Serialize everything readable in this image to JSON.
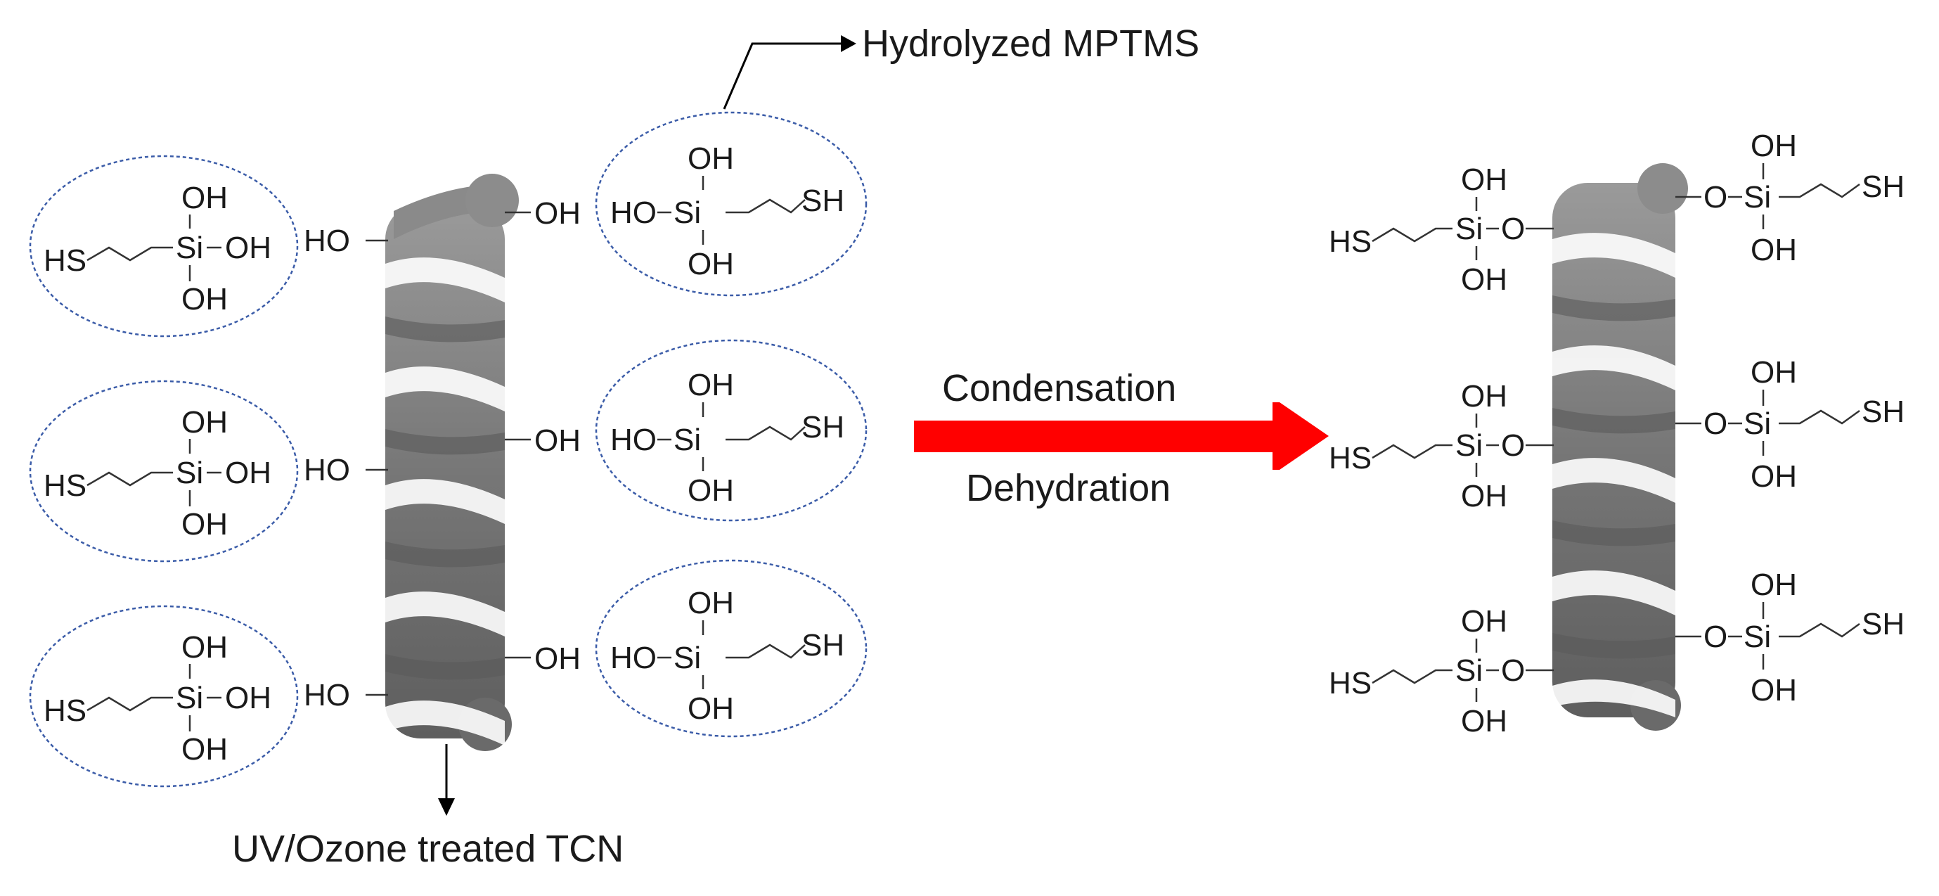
{
  "labels": {
    "hydrolyzed": "Hydrolyzed MPTMS",
    "uv_treated": "UV/Ozone treated TCN",
    "condensation": "Condensation",
    "dehydration": "Dehydration"
  },
  "chem": {
    "oh": "OH",
    "ho": "HO",
    "si": "Si",
    "sh": "SH",
    "hs": "HS",
    "o": "O"
  },
  "colors": {
    "arrow": "#ff0000",
    "ellipse": "#3b5ca8",
    "coil": "#7a7a7a"
  },
  "icons": [
    "coil-fiber",
    "reaction-arrow",
    "pointer-arrow"
  ]
}
